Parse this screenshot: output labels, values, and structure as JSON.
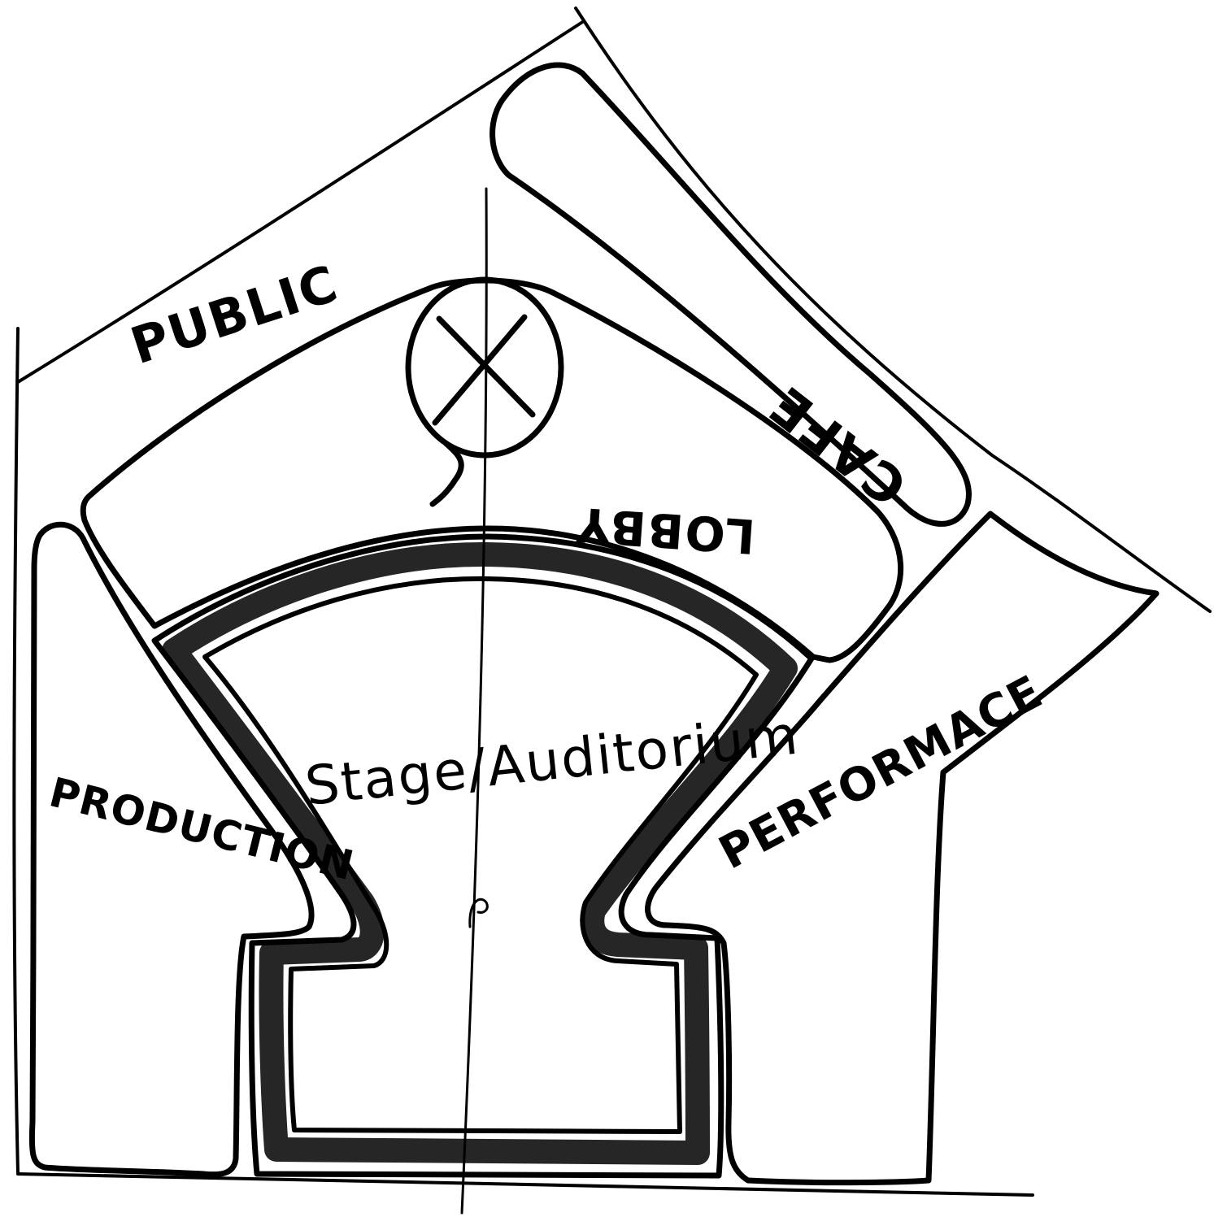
{
  "diagram": {
    "labels": {
      "public": "PUBLIC",
      "cafe": "CAFE",
      "lobby": "LOBBY",
      "stage": "Stage/Auditorium",
      "production": "PRODUCTION",
      "performance": "PERFORMACE"
    },
    "ink_color": "#000000",
    "shading_color": "#5a5a5a",
    "background_color": "#ffffff"
  }
}
